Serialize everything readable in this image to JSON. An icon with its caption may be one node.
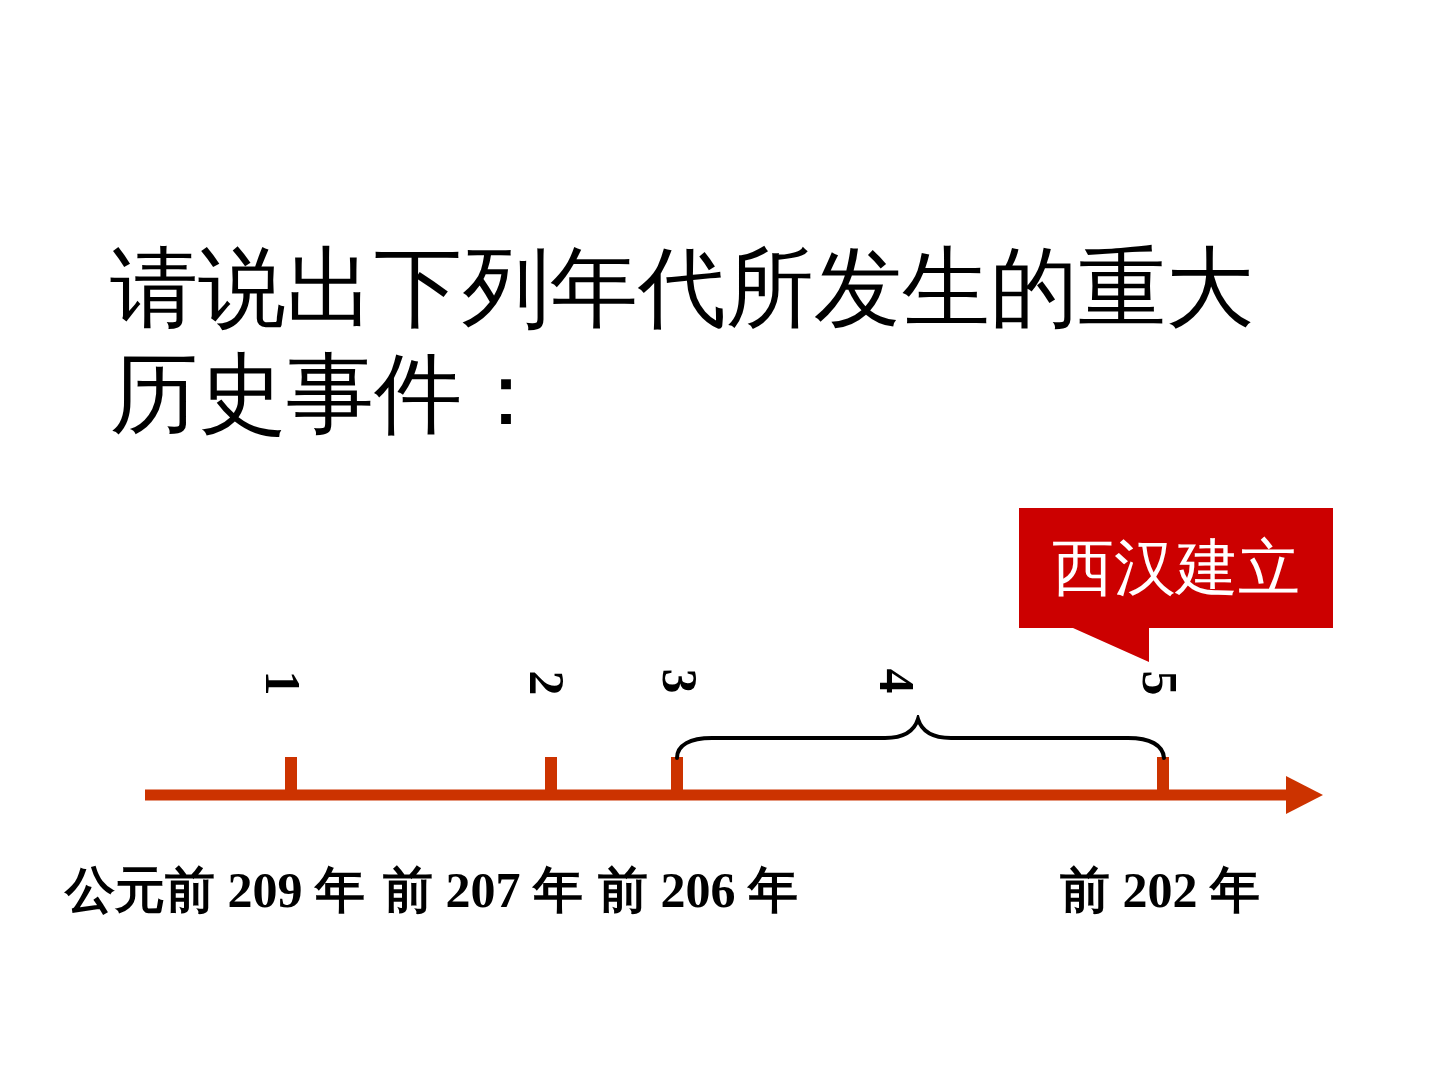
{
  "diagram": {
    "title": "请说出下列年代所发生的重大历史事件：",
    "nodes": [
      {
        "text": [
          "西汉建立"
        ]
      }
    ],
    "labels": [
      "1",
      "2",
      "3",
      "4",
      "5",
      "公元前 209 年",
      "前 207 年",
      "前 206 年",
      "前 202 年"
    ]
  }
}
